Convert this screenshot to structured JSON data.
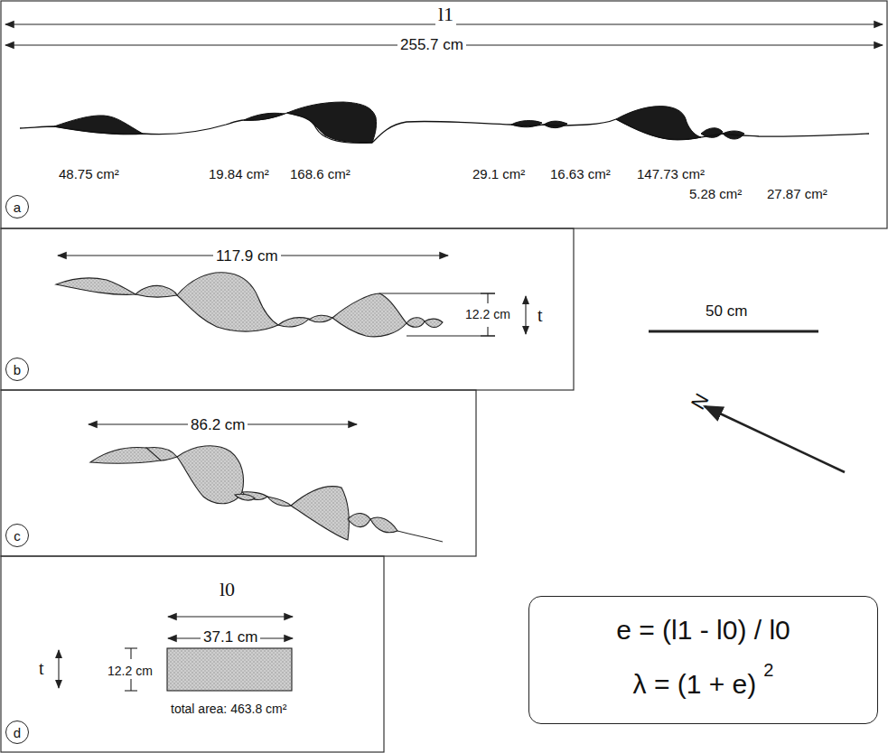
{
  "diagram": {
    "nodes": [
      {
        "text": [
          "a"
        ]
      },
      {
        "text": [
          "b"
        ]
      },
      {
        "text": [
          "c"
        ]
      },
      {
        "text": [
          "d"
        ]
      },
      {
        "text": [
          "e = (l1 - l0) / l0",
          "λ = (1 + e)",
          "2"
        ]
      }
    ],
    "labels": [
      "l1",
      "255.7 cm",
      "48.75 cm²",
      "19.84 cm²",
      "168.6 cm²",
      "29.1 cm²",
      "16.63 cm²",
      "147.73 cm²",
      "5.28 cm²",
      "27.87 cm²",
      "117.9 cm",
      "12.2 cm",
      "t",
      "50 cm",
      "N",
      "86.2 cm",
      "l0",
      "37.1 cm",
      "t",
      "12.2 cm",
      "total area: 463.8 cm²"
    ]
  }
}
